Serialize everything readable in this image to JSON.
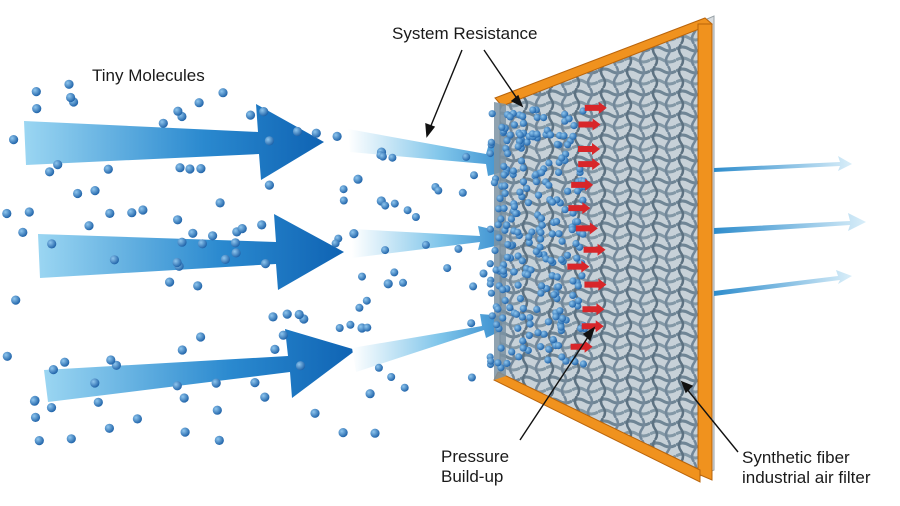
{
  "labels": {
    "tiny_molecules": "Tiny Molecules",
    "system_resistance": "System Resistance",
    "pressure_line1": "Pressure",
    "pressure_line2": "Build-up",
    "synthetic_line1": "Synthetic fiber",
    "synthetic_line2": "industrial air filter"
  },
  "colors": {
    "arrow_dark": "#0f63b3",
    "arrow_light": "#8fd0f0",
    "molecule": "#2a76bd",
    "frame": "#f0921e",
    "frame_dark": "#b9640b",
    "weave": "#8a9fae",
    "pressure_arrow": "#d8262a",
    "out_arrow": "#6fb7dd"
  }
}
